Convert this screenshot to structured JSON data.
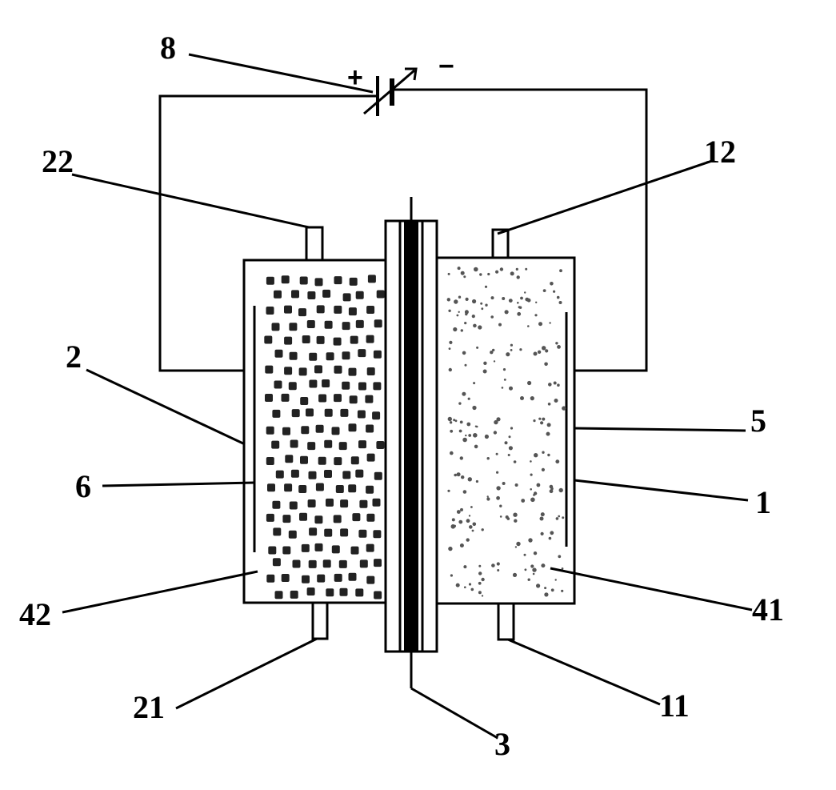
{
  "labels": {
    "battery": "8",
    "outlet_left": "22",
    "outlet_right": "12",
    "anode_chamber": "2",
    "cathode": "5",
    "anode": "6",
    "cathode_chamber": "1",
    "anolyte": "42",
    "catholyte": "41",
    "inlet_left": "21",
    "inlet_right": "11",
    "membrane": "3"
  },
  "battery_signs": {
    "positive": "+",
    "negative": "−"
  },
  "colors": {
    "line": "#000000",
    "fill": "#ffffff",
    "dots": "#222222"
  }
}
